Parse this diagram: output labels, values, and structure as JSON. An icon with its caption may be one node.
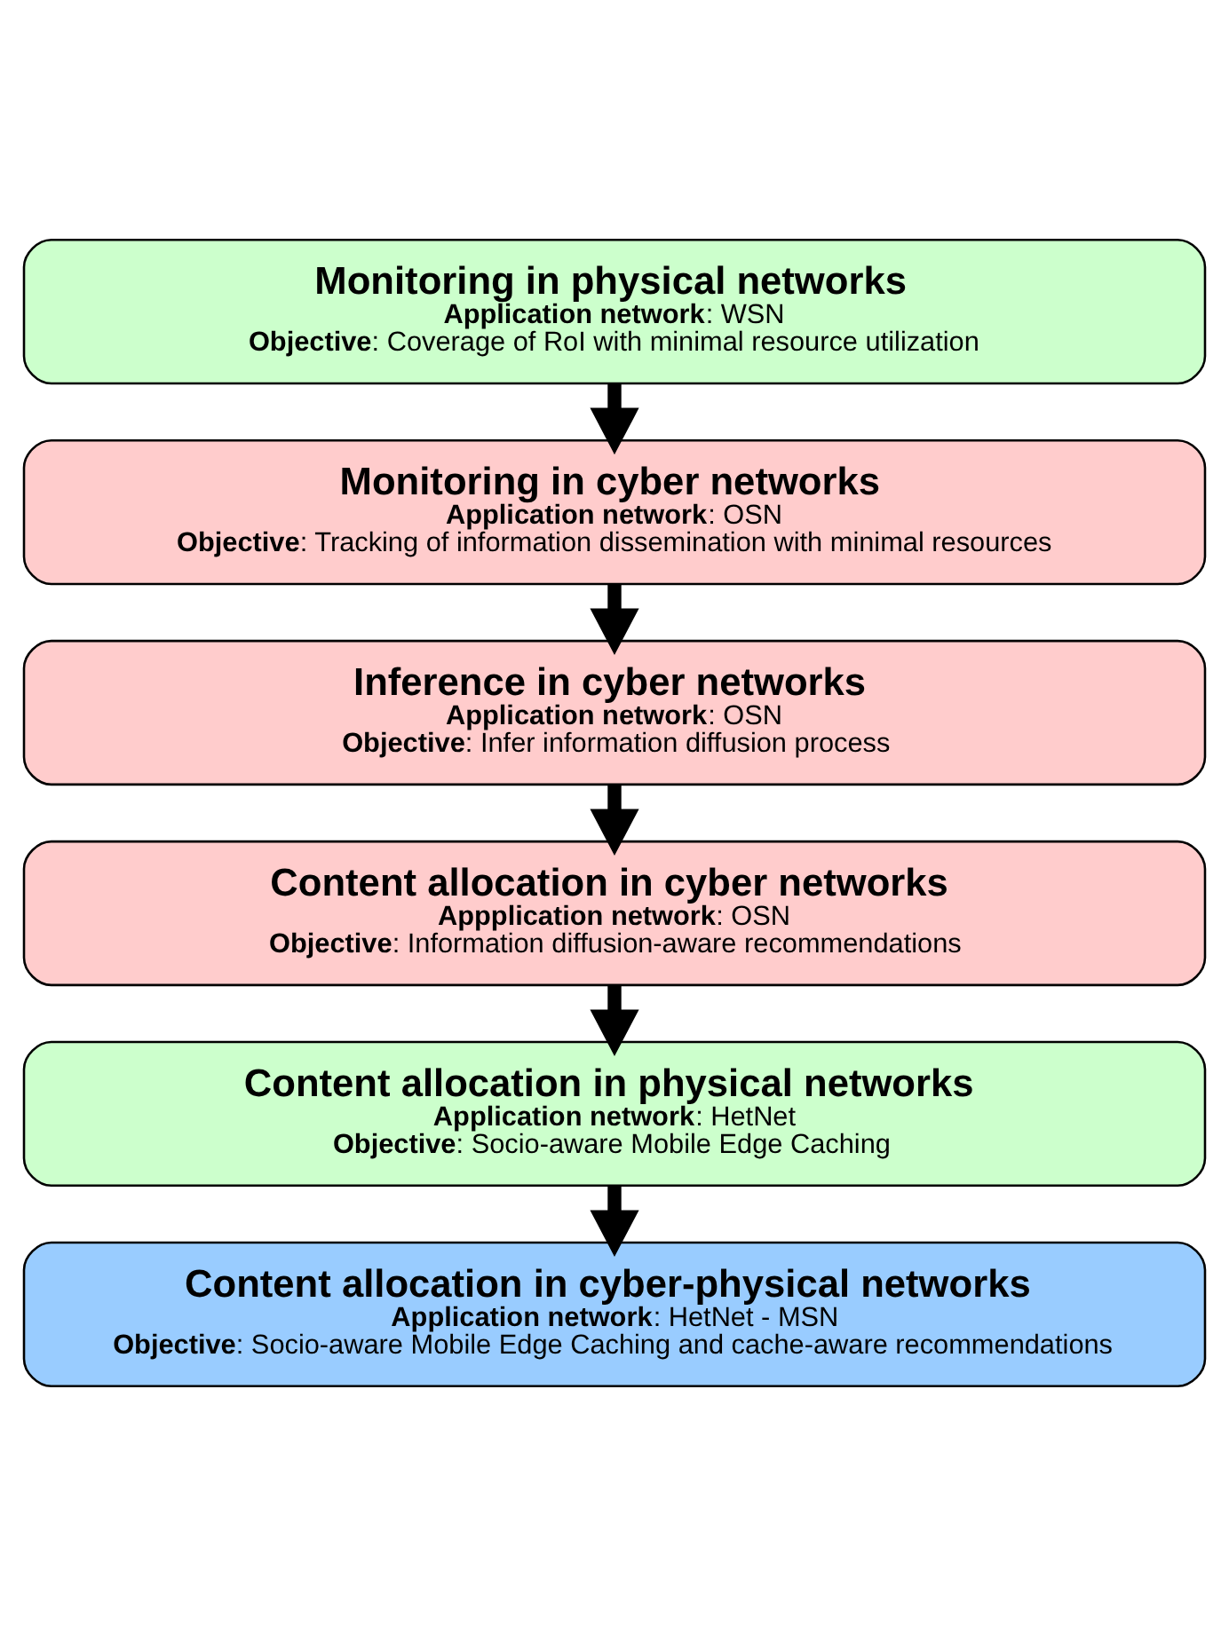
{
  "diagram": {
    "nodes": [
      {
        "text": [
          "Monitoring in physical networks",
          "**Application network**: WSN",
          "**Objective**: Coverage of RoI with minimal resource utilization"
        ]
      },
      {
        "text": [
          "Monitoring in cyber networks",
          "**Application network**: OSN",
          "**Objective**: Tracking of information dissemination with minimal resources"
        ]
      },
      {
        "text": [
          "Inference in cyber networks",
          "**Application network**: OSN",
          "**Objective**: Infer information diffusion process"
        ]
      },
      {
        "text": [
          "Content allocation in cyber networks",
          "**Appplication network**: OSN",
          "**Objective**: Information diffusion-aware recommendations"
        ]
      },
      {
        "text": [
          "Content allocation in physical networks",
          "**Application network**: HetNet",
          "**Objective**: Socio-aware Mobile Edge Caching"
        ]
      },
      {
        "text": [
          "Content allocation in cyber-physical networks",
          "**Application network**: HetNet - MSN",
          "**Objective**: Socio-aware Mobile Edge Caching and cache-aware recommendations"
        ]
      }
    ],
    "edges": [
      {
        "from": 0,
        "to": 1,
        "arrow": "to"
      },
      {
        "from": 1,
        "to": 2,
        "arrow": "to"
      },
      {
        "from": 2,
        "to": 3,
        "arrow": "to"
      },
      {
        "from": 3,
        "to": 4,
        "arrow": "to"
      },
      {
        "from": 4,
        "to": 5,
        "arrow": "to"
      }
    ]
  }
}
